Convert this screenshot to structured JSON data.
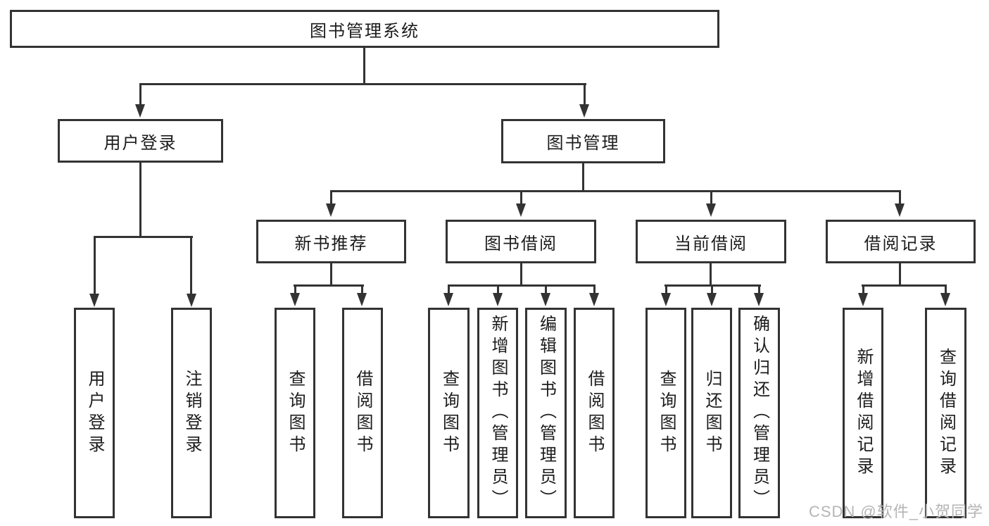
{
  "colors": {
    "line": "#333333",
    "text": "#1c1c1c",
    "watermark": "#b5b5b5",
    "background": "#ffffff"
  },
  "tree": {
    "root": {
      "label": "图书管理系统"
    },
    "branches": [
      {
        "label": "用户登录",
        "children": [
          {
            "label": "用户登录"
          },
          {
            "label": "注销登录"
          }
        ]
      },
      {
        "label": "图书管理",
        "children": [
          {
            "label": "新书推荐",
            "children": [
              {
                "label": "查询图书"
              },
              {
                "label": "借阅图书"
              }
            ]
          },
          {
            "label": "图书借阅",
            "children": [
              {
                "label": "查询图书"
              },
              {
                "label": "新增图书（管理员）"
              },
              {
                "label": "编辑图书（管理员）"
              },
              {
                "label": "借阅图书"
              }
            ]
          },
          {
            "label": "当前借阅",
            "children": [
              {
                "label": "查询图书"
              },
              {
                "label": "归还图书"
              },
              {
                "label": "确认归还（管理员）"
              }
            ]
          },
          {
            "label": "借阅记录",
            "children": [
              {
                "label": "新增借阅记录"
              },
              {
                "label": "查询借阅记录"
              }
            ]
          }
        ]
      }
    ]
  },
  "watermark": {
    "text": "CSDN @软件_小贺同学"
  }
}
